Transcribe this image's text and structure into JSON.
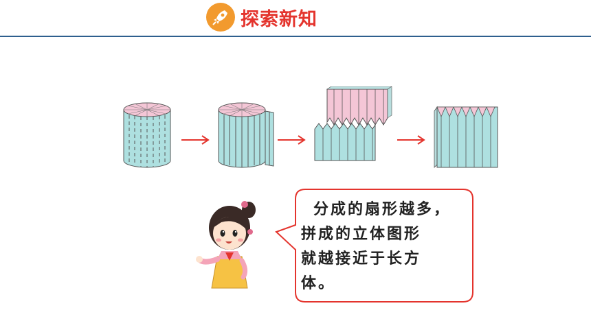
{
  "header": {
    "title": "探索新知",
    "icon": "rocket-icon",
    "accent_color": "#e4342d",
    "badge_color": "#f29a2e",
    "line_color": "#2e5f8e"
  },
  "speech": {
    "lines": [
      "分成的扇形越多，",
      "拼成的立体图形",
      "就越接近于长方",
      "体。"
    ],
    "border_color": "#e4342d"
  },
  "colors": {
    "cylinder_side": "#aee0e0",
    "cylinder_top": "#f4c6d6",
    "arrow": "#e4342d"
  }
}
